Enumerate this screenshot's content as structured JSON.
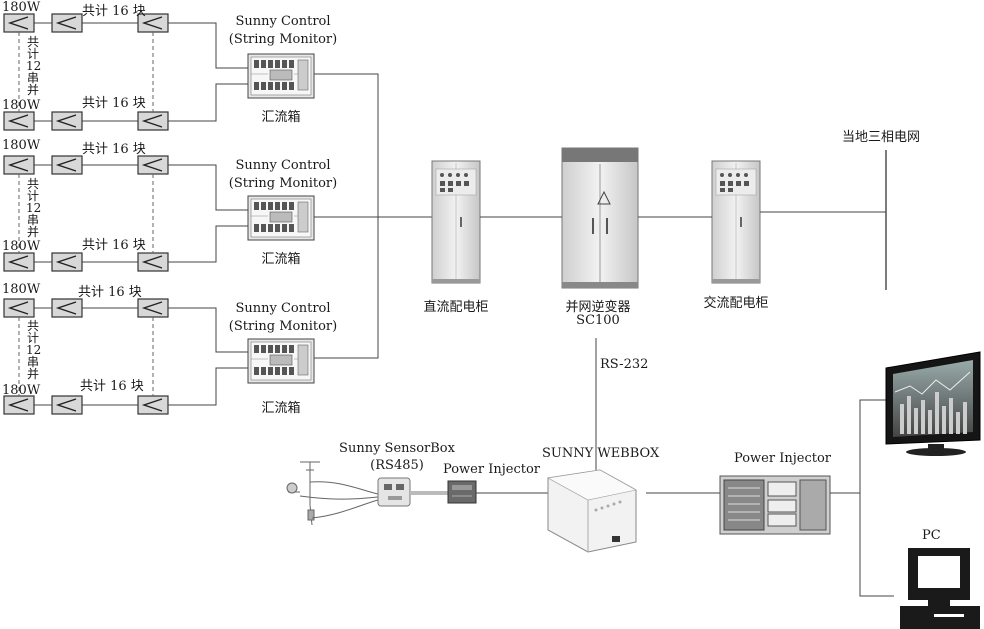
{
  "panel_group": {
    "panel_power": "180W",
    "count_per_row": "共计 16 块",
    "vertical_count": [
      "共",
      "计",
      "12",
      "串",
      "并"
    ]
  },
  "combiner": {
    "name_line1": "Sunny Control",
    "name_line2": "(String Monitor)",
    "label": "汇流箱"
  },
  "dc_cabinet": {
    "label": "直流配电柜"
  },
  "inverter": {
    "label_line1": "并网逆变器",
    "label_line2": "SC100"
  },
  "ac_cabinet": {
    "label": "交流配电柜"
  },
  "grid": {
    "label": "当地三相电网"
  },
  "rs232": {
    "label": "RS-232"
  },
  "sensorbox": {
    "name_line1": "Sunny SensorBox",
    "name_line2": "(RS485)"
  },
  "injector_left": {
    "label": "Power Injector"
  },
  "webbox": {
    "label": "SUNNY WEBBOX"
  },
  "injector_right": {
    "label": "Power Injector"
  },
  "pc": {
    "label": "PC"
  },
  "colors": {
    "line": "#555555",
    "cabinet": "#e6e6e6",
    "panel": "#cfcfcf",
    "screen": "#1a1a1a"
  }
}
